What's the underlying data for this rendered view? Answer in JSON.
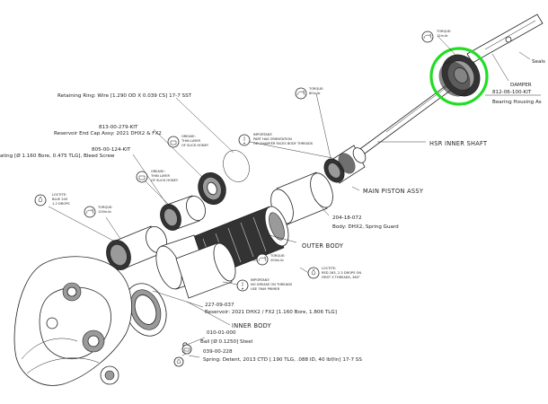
{
  "labels": {
    "torque_top": [
      "TORQUE:",
      "12in-lb"
    ],
    "seals": "Seals",
    "damper": "DAMPER",
    "bearing_part": "812-06-100-KIT",
    "bearing_desc": "Bearing Housing As",
    "torque_piston": [
      "TORQUE:",
      "80in-lb"
    ],
    "retaining_ring": "Retaining Ring: Wire [1.290 OD X 0.039 CS] 17-7 SST",
    "hsr_shaft": "HSR INNER SHAFT",
    "important_piston": [
      "IMPORTANT:",
      "PART HAS ORIENTATION",
      "OD CHAMFER FACES BODY THREADS"
    ],
    "main_piston": "MAIN PISTON ASSY",
    "end_cap_part": "813-00-279-KIT",
    "end_cap_desc": "Reservoir End Cap Assy: 2021 DHX2 & FX2",
    "grease_a": [
      "GREASE:",
      "THIN LAYER",
      "OF SLICK HONEY"
    ],
    "bleed_part": "805-00-124-KIT",
    "bleed_desc": "ating [Ø 1.160 Bore, 0.475 TLG], Bleed Screw",
    "grease_b": [
      "GREASE:",
      "THIN LAYER",
      "OF SLICK HONEY"
    ],
    "loctite_a": [
      "LOCTITE:",
      "BLUE 243",
      "1-2 DROPS"
    ],
    "torque_a": [
      "TORQUE:",
      "120in-lb"
    ],
    "spring_guard_part": "204-18-072",
    "spring_guard_desc": "Body: DHX2, Spring Guard",
    "outer_body": "OUTER BODY",
    "torque_b": [
      "TORQUE:",
      "200in-lb"
    ],
    "loctite_b": [
      "LOCTITE:",
      "RED 263, 2-3 DROPS ON",
      "FIRST 3 THREADS, 360°"
    ],
    "important_b": [
      "IMPORTANT:",
      "NO GREASE ON THREADS",
      "USE 7649 PRIMER"
    ],
    "reservoir_part": "227-09-037",
    "reservoir_desc": "Reservoir: 2021 DHX2 / FX2 [1.160 Bore, 1.806 TLG]",
    "inner_body": "INNER BODY",
    "ball_part": "010-01-000",
    "ball_desc": "Ball [Ø 0.1250] Steel",
    "spring_part": "039-00-228",
    "spring_desc": "Spring: Detent, 2013 CTD [.190 TLG, .088 ID, 40 lbf/in] 17-7 SS"
  },
  "highlight_color": "#22dd22"
}
